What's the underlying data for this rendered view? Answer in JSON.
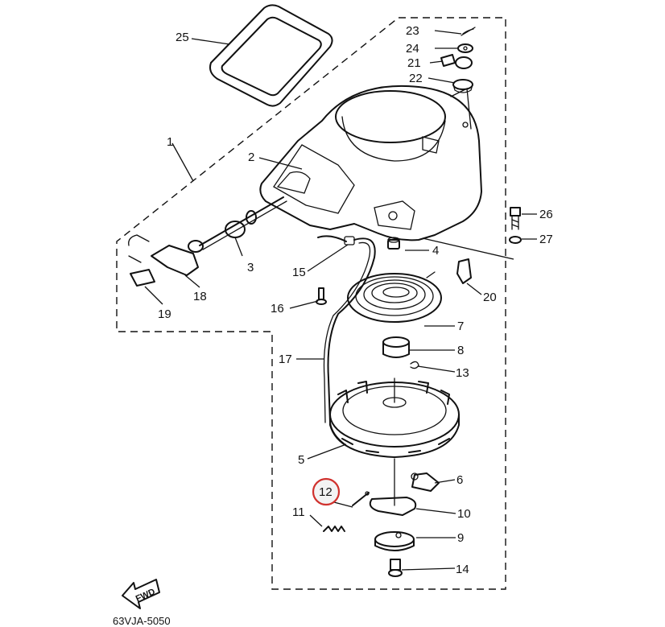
{
  "diagram": {
    "part_labels": {
      "p1": "1",
      "p2": "2",
      "p3": "3",
      "p4": "4",
      "p5": "5",
      "p6": "6",
      "p7": "7",
      "p8": "8",
      "p9": "9",
      "p10": "10",
      "p11": "11",
      "p12": "12",
      "p13": "13",
      "p14": "14",
      "p15": "15",
      "p16": "16",
      "p17": "17",
      "p18": "18",
      "p19": "19",
      "p20": "20",
      "p21": "21",
      "p22": "22",
      "p23": "23",
      "p24": "24",
      "p25": "25",
      "p26": "26",
      "p27": "27"
    },
    "highlighted_part": "12",
    "highlight_color": "#d0312d",
    "direction_badge": "FWD",
    "drawing_code": "63VJA-5050"
  }
}
